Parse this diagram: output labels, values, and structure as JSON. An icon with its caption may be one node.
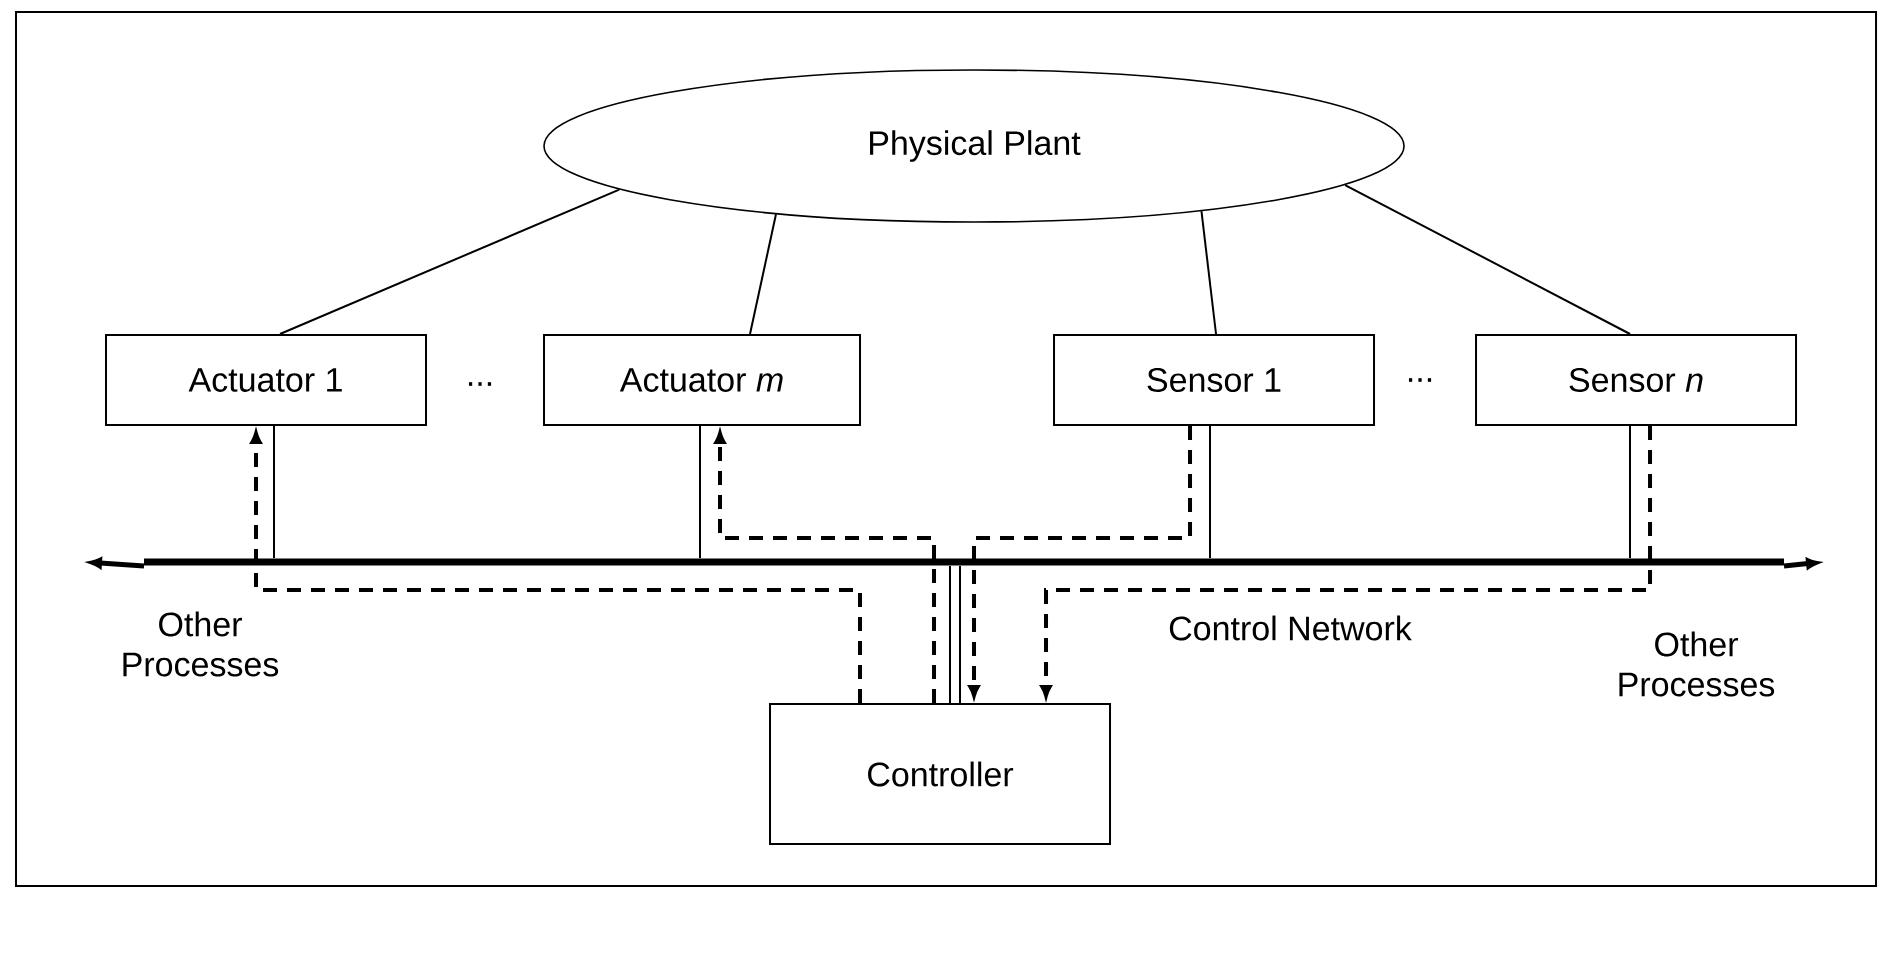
{
  "diagram": {
    "nodes": [
      {
        "text": [
          "Physical Plant"
        ]
      },
      {
        "text": [
          "Actuator 1"
        ]
      },
      {
        "text": [
          "Actuator *m*"
        ]
      },
      {
        "text": [
          "Sensor 1"
        ]
      },
      {
        "text": [
          "Sensor *n*"
        ]
      },
      {
        "text": [],
        "shape": "bar"
      },
      {
        "text": [
          "Controller"
        ]
      }
    ],
    "edges": [
      {
        "from": 0,
        "to": 1,
        "arrow": "none"
      },
      {
        "from": 0,
        "to": 2,
        "arrow": "none"
      },
      {
        "from": 0,
        "to": 3,
        "arrow": "none"
      },
      {
        "from": 0,
        "to": 4,
        "arrow": "none"
      },
      {
        "from": 1,
        "to": 5,
        "arrow": "none"
      },
      {
        "from": 2,
        "to": 5,
        "arrow": "none"
      },
      {
        "from": 3,
        "to": 5,
        "arrow": "none"
      },
      {
        "from": 4,
        "to": 5,
        "arrow": "none"
      },
      {
        "from": 6,
        "to": 5,
        "arrow": "none"
      },
      {
        "from": 6,
        "to": 5,
        "arrow": "none"
      },
      {
        "from": 6,
        "to": 1,
        "arrow": "to",
        "style": "dashed"
      },
      {
        "from": 6,
        "to": 2,
        "arrow": "to",
        "style": "dashed"
      },
      {
        "from": 3,
        "to": 6,
        "arrow": "to",
        "style": "dashed"
      },
      {
        "from": 4,
        "to": 6,
        "arrow": "to",
        "style": "dashed"
      },
      {
        "from": 5,
        "to": null,
        "arrow": "to",
        "style": "thick"
      },
      {
        "from": 5,
        "to": null,
        "arrow": "to",
        "style": "thick"
      }
    ],
    "labels": [
      "...",
      "...",
      "Other Processes",
      "Control Network",
      "Other Processes"
    ]
  }
}
